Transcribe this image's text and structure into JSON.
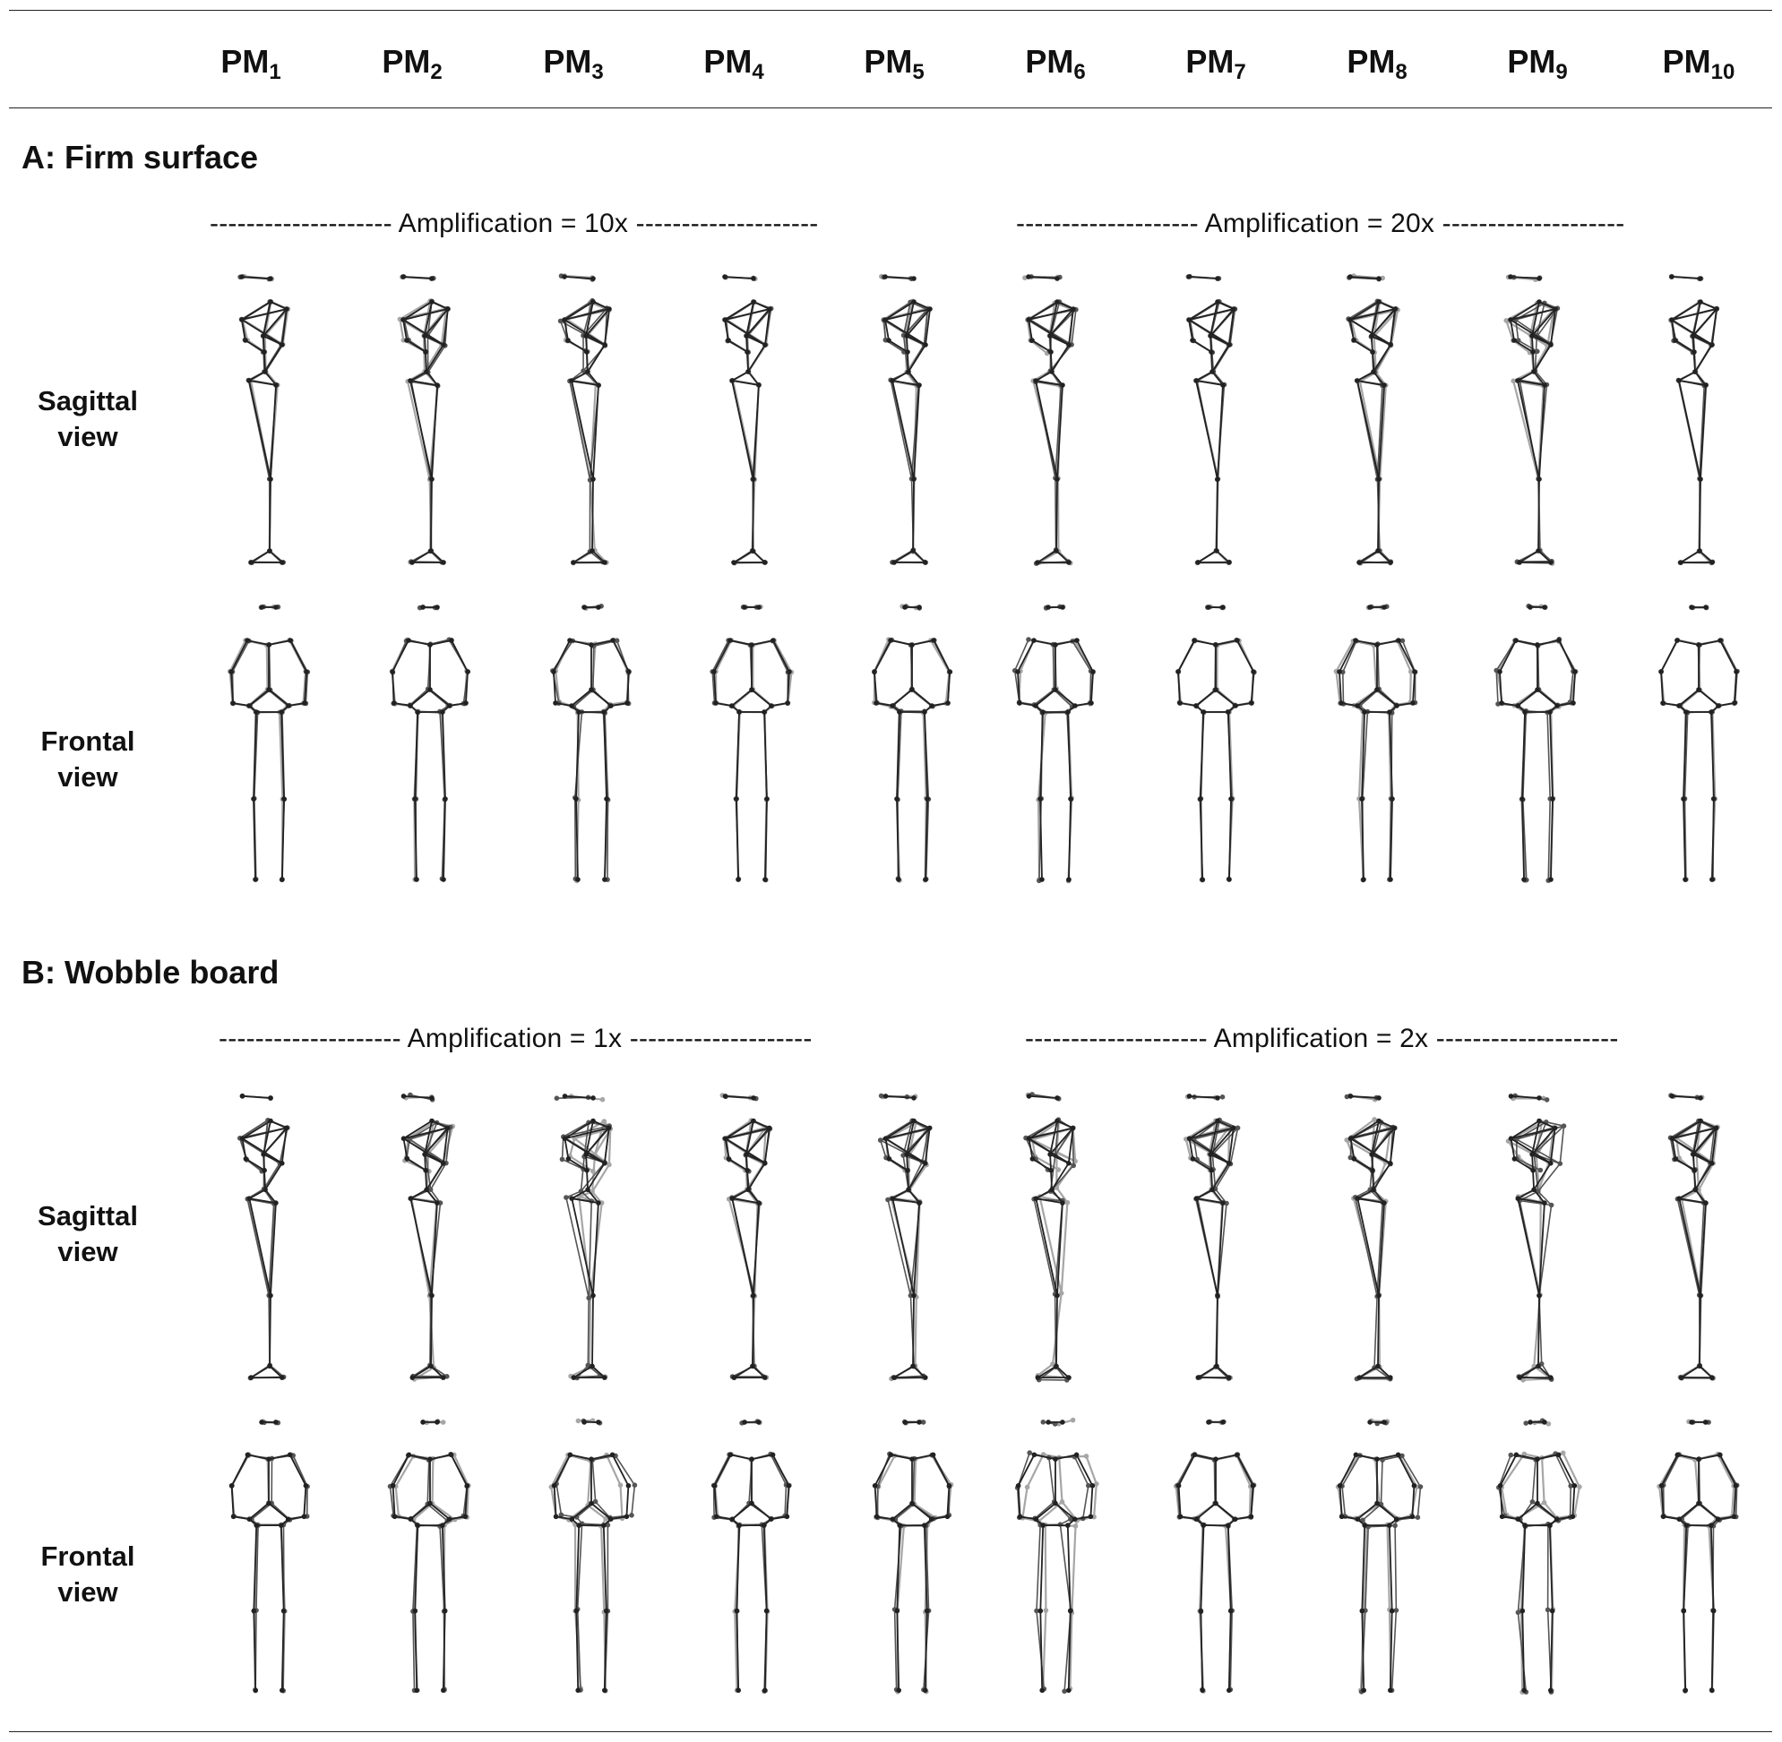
{
  "columns": [
    {
      "base": "PM",
      "sub": "1"
    },
    {
      "base": "PM",
      "sub": "2"
    },
    {
      "base": "PM",
      "sub": "3"
    },
    {
      "base": "PM",
      "sub": "4"
    },
    {
      "base": "PM",
      "sub": "5"
    },
    {
      "base": "PM",
      "sub": "6"
    },
    {
      "base": "PM",
      "sub": "7"
    },
    {
      "base": "PM",
      "sub": "8"
    },
    {
      "base": "PM",
      "sub": "9"
    },
    {
      "base": "PM",
      "sub": "10"
    }
  ],
  "sections": [
    {
      "title": "A: Firm surface",
      "amplifications": [
        "-------------------- Amplification = 10x --------------------",
        "-------------------- Amplification = 20x --------------------"
      ],
      "rows": [
        {
          "label_line1": "Sagittal",
          "label_line2": "view",
          "kind": "sagittal"
        },
        {
          "label_line1": "Frontal",
          "label_line2": "view",
          "kind": "frontal"
        }
      ]
    },
    {
      "title": "B: Wobble board",
      "amplifications": [
        "-------------------- Amplification = 1x --------------------",
        "-------------------- Amplification = 2x --------------------"
      ],
      "rows": [
        {
          "label_line1": "Sagittal",
          "label_line2": "view",
          "kind": "sagittal"
        },
        {
          "label_line1": "Frontal",
          "label_line2": "view",
          "kind": "frontal"
        }
      ]
    }
  ],
  "colors": {
    "dark": "#222222",
    "light": "#a6a6a6",
    "mid": "#555555"
  }
}
